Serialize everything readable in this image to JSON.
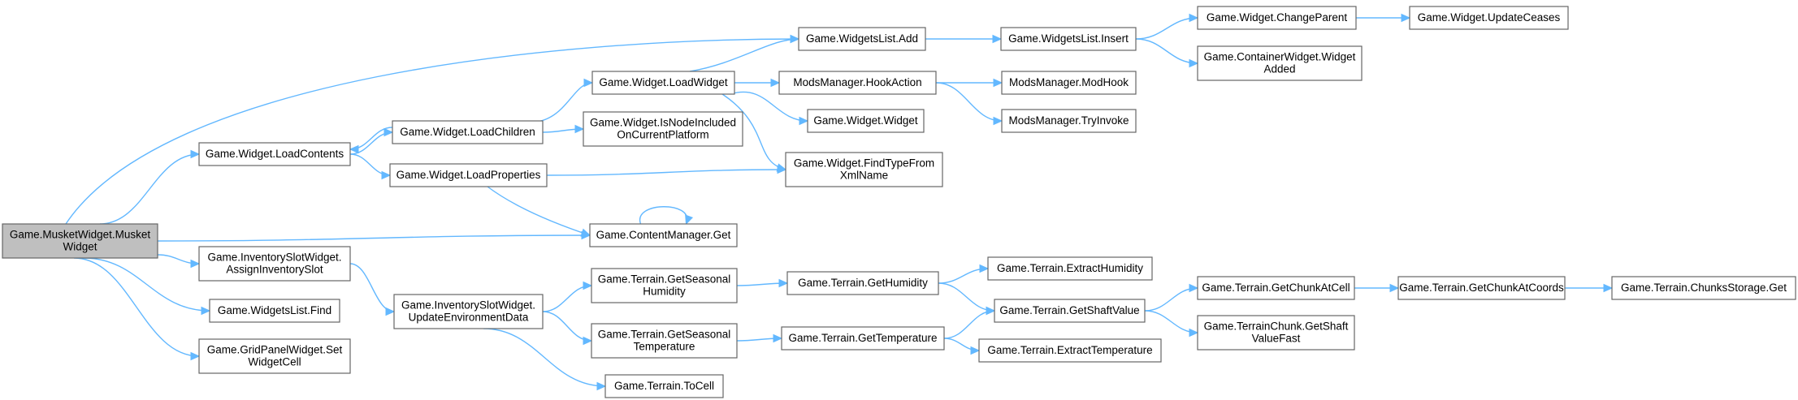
{
  "diagram": {
    "type": "call-graph",
    "colors": {
      "edge": "#63b8ff",
      "node_border": "#666666",
      "root_fill": "#bfbfbf",
      "node_fill": "#ffffff"
    },
    "nodes": [
      {
        "id": "n0",
        "lines": [
          "Game.MusketWidget.Musket",
          "Widget"
        ],
        "root": true
      },
      {
        "id": "n1",
        "lines": [
          "Game.WidgetsList.Add"
        ]
      },
      {
        "id": "n2",
        "lines": [
          "Game.WidgetsList.Insert"
        ]
      },
      {
        "id": "n3",
        "lines": [
          "Game.Widget.ChangeParent"
        ]
      },
      {
        "id": "n4",
        "lines": [
          "Game.Widget.UpdateCeases"
        ]
      },
      {
        "id": "n5",
        "lines": [
          "Game.ContainerWidget.Widget",
          "Added"
        ]
      },
      {
        "id": "n6",
        "lines": [
          "Game.Widget.LoadWidget"
        ]
      },
      {
        "id": "n7",
        "lines": [
          "ModsManager.HookAction"
        ]
      },
      {
        "id": "n8",
        "lines": [
          "ModsManager.ModHook"
        ]
      },
      {
        "id": "n9",
        "lines": [
          "ModsManager.TryInvoke"
        ]
      },
      {
        "id": "n10",
        "lines": [
          "Game.Widget.Widget"
        ]
      },
      {
        "id": "n11",
        "lines": [
          "Game.Widget.LoadChildren"
        ]
      },
      {
        "id": "n12",
        "lines": [
          "Game.Widget.IsNodeIncluded",
          "OnCurrentPlatform"
        ]
      },
      {
        "id": "n13",
        "lines": [
          "Game.Widget.LoadContents"
        ]
      },
      {
        "id": "n14",
        "lines": [
          "Game.Widget.LoadProperties"
        ]
      },
      {
        "id": "n15",
        "lines": [
          "Game.Widget.FindTypeFrom",
          "XmlName"
        ]
      },
      {
        "id": "n16",
        "lines": [
          "Game.ContentManager.Get"
        ]
      },
      {
        "id": "n17",
        "lines": [
          "Game.InventorySlotWidget.",
          "AssignInventorySlot"
        ]
      },
      {
        "id": "n18",
        "lines": [
          "Game.InventorySlotWidget.",
          "UpdateEnvironmentData"
        ]
      },
      {
        "id": "n19",
        "lines": [
          "Game.WidgetsList.Find"
        ]
      },
      {
        "id": "n20",
        "lines": [
          "Game.GridPanelWidget.Set",
          "WidgetCell"
        ]
      },
      {
        "id": "n21",
        "lines": [
          "Game.Terrain.GetSeasonal",
          "Humidity"
        ]
      },
      {
        "id": "n22",
        "lines": [
          "Game.Terrain.GetHumidity"
        ]
      },
      {
        "id": "n23",
        "lines": [
          "Game.Terrain.ExtractHumidity"
        ]
      },
      {
        "id": "n24",
        "lines": [
          "Game.Terrain.GetShaftValue"
        ]
      },
      {
        "id": "n25",
        "lines": [
          "Game.Terrain.GetChunkAtCell"
        ]
      },
      {
        "id": "n26",
        "lines": [
          "Game.Terrain.GetChunkAtCoords"
        ]
      },
      {
        "id": "n27",
        "lines": [
          "Game.Terrain.ChunksStorage.Get"
        ]
      },
      {
        "id": "n28",
        "lines": [
          "Game.TerrainChunk.GetShaft",
          "ValueFast"
        ]
      },
      {
        "id": "n29",
        "lines": [
          "Game.Terrain.GetSeasonal",
          "Temperature"
        ]
      },
      {
        "id": "n30",
        "lines": [
          "Game.Terrain.GetTemperature"
        ]
      },
      {
        "id": "n31",
        "lines": [
          "Game.Terrain.ExtractTemperature"
        ]
      },
      {
        "id": "n32",
        "lines": [
          "Game.Terrain.ToCell"
        ]
      }
    ],
    "edges": [
      [
        "n0",
        "n1"
      ],
      [
        "n0",
        "n13"
      ],
      [
        "n0",
        "n16"
      ],
      [
        "n0",
        "n17"
      ],
      [
        "n0",
        "n19"
      ],
      [
        "n0",
        "n20"
      ],
      [
        "n1",
        "n2"
      ],
      [
        "n2",
        "n3"
      ],
      [
        "n2",
        "n5"
      ],
      [
        "n3",
        "n4"
      ],
      [
        "n6",
        "n1"
      ],
      [
        "n6",
        "n7"
      ],
      [
        "n6",
        "n10"
      ],
      [
        "n6",
        "n15"
      ],
      [
        "n7",
        "n8"
      ],
      [
        "n7",
        "n9"
      ],
      [
        "n11",
        "n6"
      ],
      [
        "n11",
        "n12"
      ],
      [
        "n11",
        "n13"
      ],
      [
        "n13",
        "n11"
      ],
      [
        "n13",
        "n14"
      ],
      [
        "n14",
        "n15"
      ],
      [
        "n14",
        "n16"
      ],
      [
        "n16",
        "n16"
      ],
      [
        "n17",
        "n18"
      ],
      [
        "n18",
        "n21"
      ],
      [
        "n18",
        "n29"
      ],
      [
        "n18",
        "n32"
      ],
      [
        "n21",
        "n22"
      ],
      [
        "n22",
        "n23"
      ],
      [
        "n22",
        "n24"
      ],
      [
        "n24",
        "n25"
      ],
      [
        "n24",
        "n28"
      ],
      [
        "n25",
        "n26"
      ],
      [
        "n26",
        "n27"
      ],
      [
        "n29",
        "n30"
      ],
      [
        "n30",
        "n24"
      ],
      [
        "n30",
        "n31"
      ]
    ]
  }
}
